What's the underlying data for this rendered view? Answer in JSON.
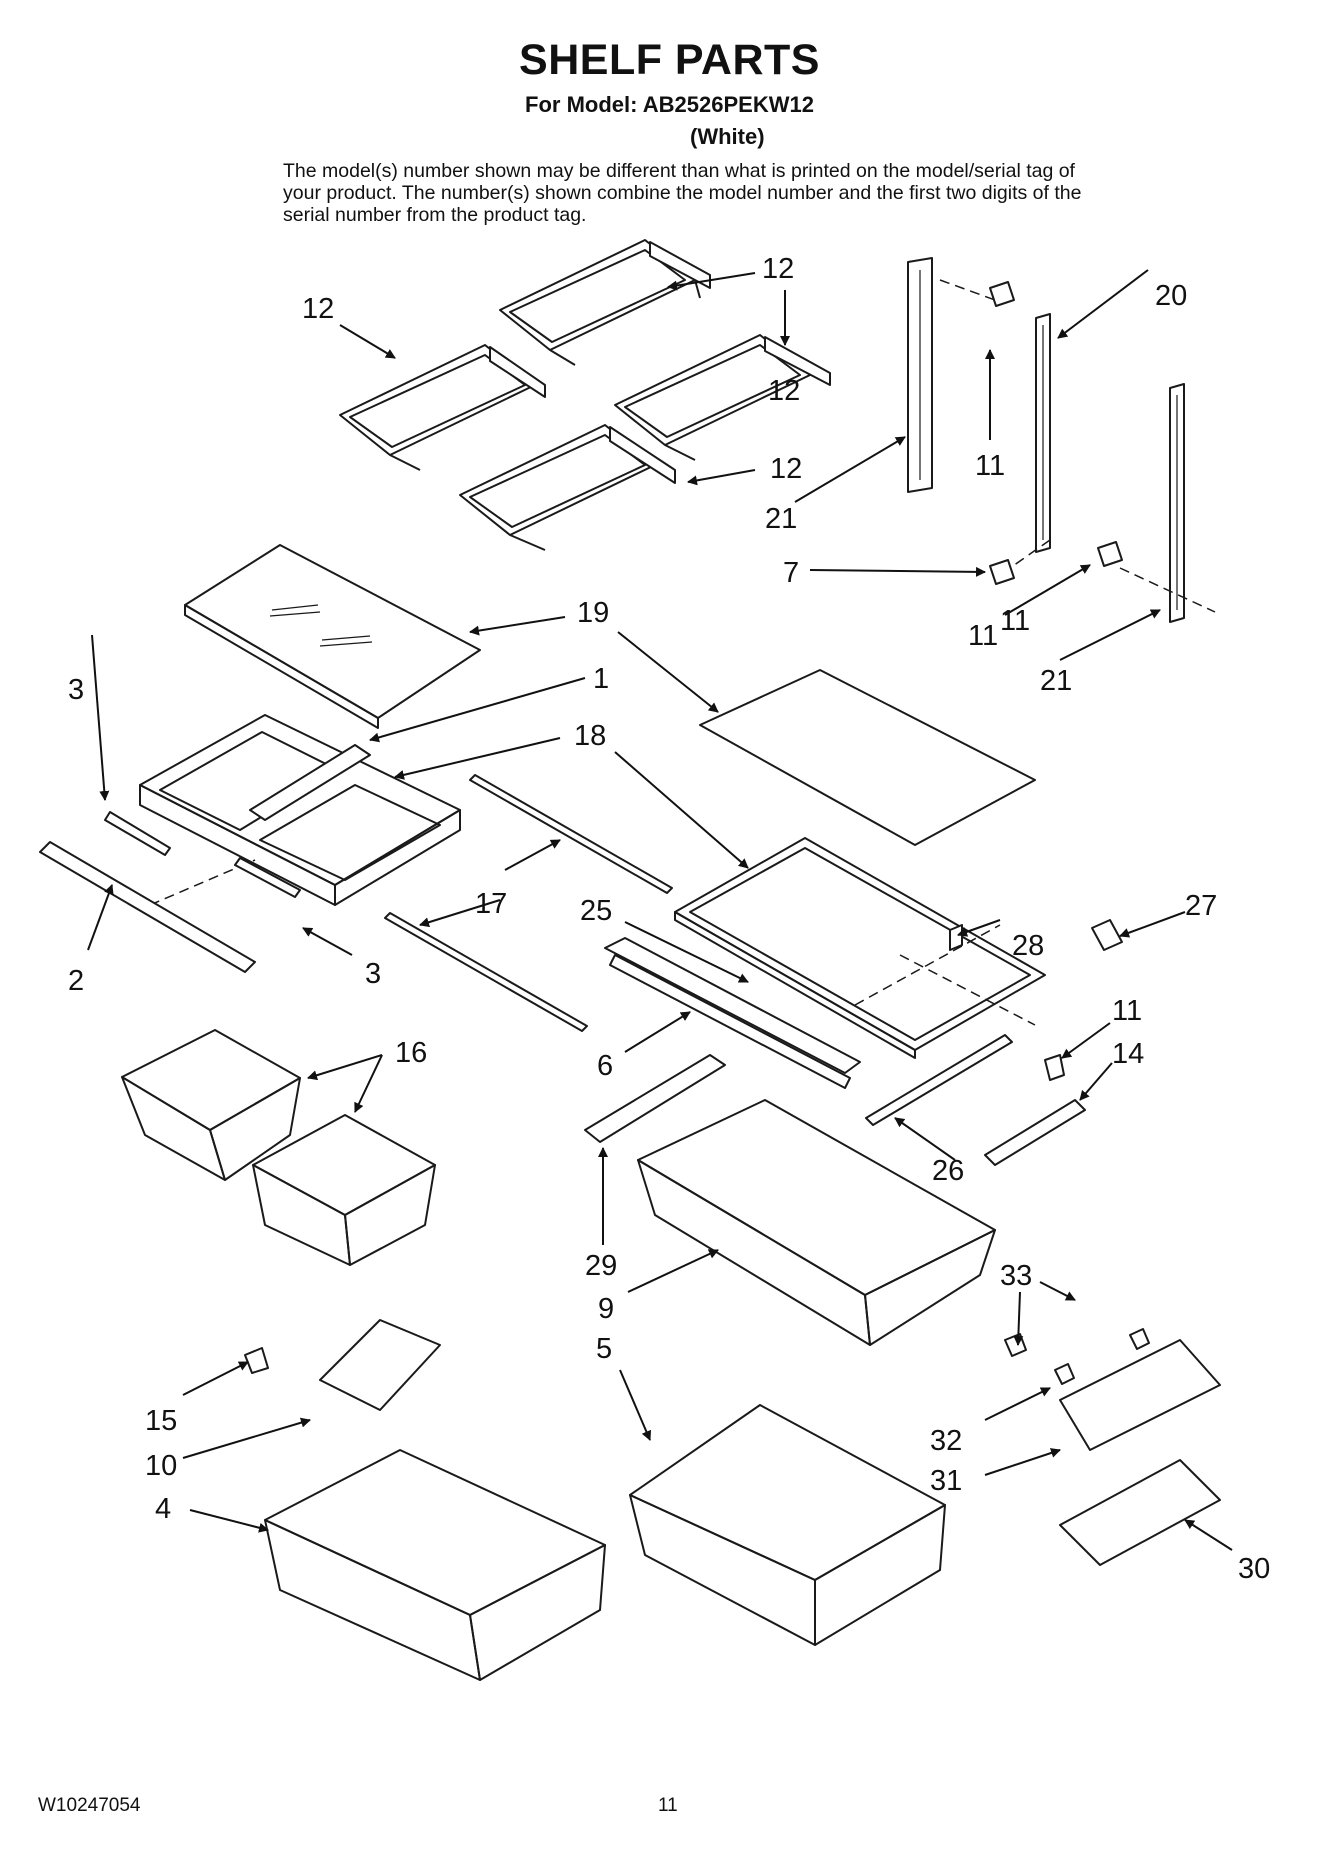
{
  "header": {
    "title": "SHELF PARTS",
    "model_line": "For Model: AB2526PEKW12",
    "color": "(White)",
    "disclaimer": "The model(s) number shown may be different than what is printed on the model/serial tag of your product. The number(s) shown combine the model number and the first two digits of the serial number from the product tag."
  },
  "footer": {
    "doc_number": "W10247054",
    "page_number": "11"
  },
  "callouts": [
    "12",
    "12",
    "12",
    "12",
    "20",
    "11",
    "21",
    "7",
    "11",
    "11",
    "21",
    "19",
    "1",
    "3",
    "18",
    "17",
    "3",
    "2",
    "25",
    "28",
    "27",
    "6",
    "11",
    "14",
    "16",
    "26",
    "29",
    "9",
    "33",
    "5",
    "15",
    "10",
    "32",
    "4",
    "31",
    "30"
  ]
}
